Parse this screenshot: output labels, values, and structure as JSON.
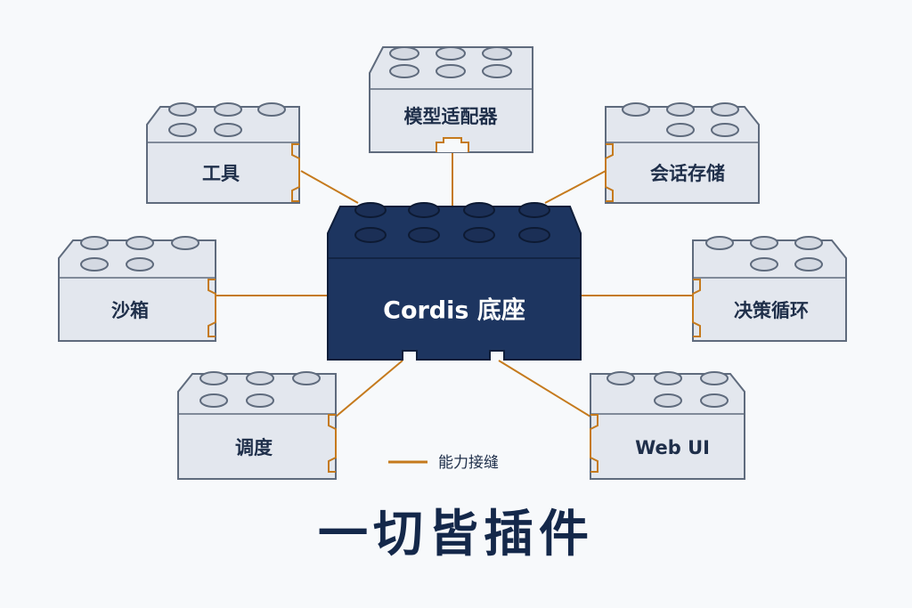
{
  "core": {
    "label": "Cordis 底座",
    "color": "#1d3560",
    "stud_color": "#1b2f56"
  },
  "plugins": [
    {
      "id": "model-adapter",
      "label": "模型适配器"
    },
    {
      "id": "tools",
      "label": "工具"
    },
    {
      "id": "session-storage",
      "label": "会话存储"
    },
    {
      "id": "sandbox",
      "label": "沙箱"
    },
    {
      "id": "decision-loop",
      "label": "决策循环"
    },
    {
      "id": "scheduling",
      "label": "调度"
    },
    {
      "id": "web-ui",
      "label": "Web UI"
    }
  ],
  "legend": {
    "label": "能力接缝",
    "line_color": "#c57a1d"
  },
  "slogan": "一切皆插件",
  "colors": {
    "plugin_fill": "#e3e7ee",
    "plugin_stroke": "#5f6b7d",
    "seam": "#c57a1d",
    "background": "#f7f9fb"
  }
}
